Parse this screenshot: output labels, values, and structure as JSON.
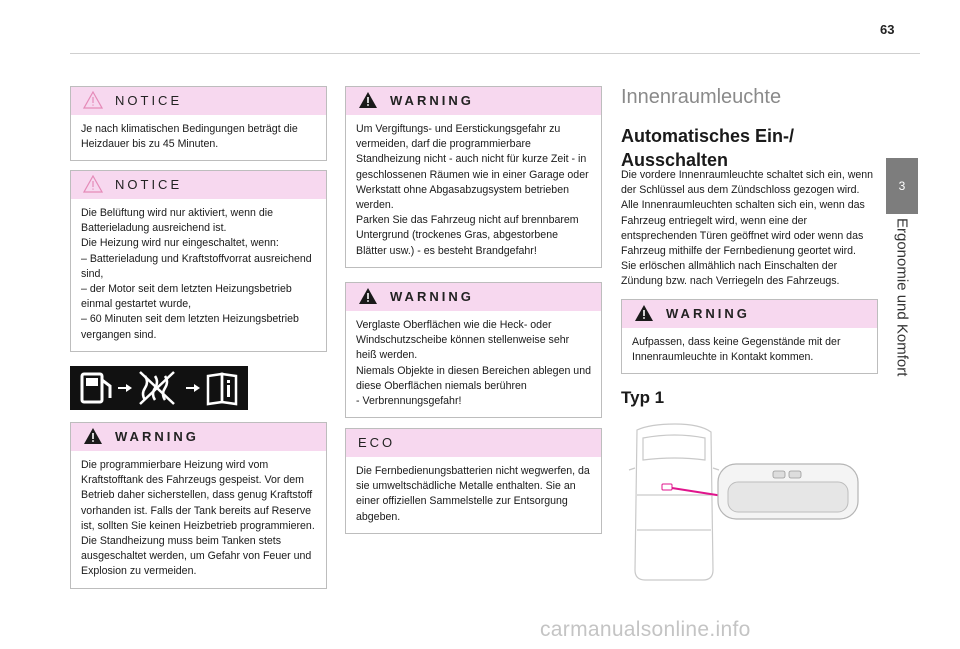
{
  "page": {
    "number": "63"
  },
  "sidebar": {
    "chapter_number": "3",
    "chapter_title": "Ergonomie und Komfort"
  },
  "col1": {
    "notice1": {
      "title": "NOTICE",
      "text": "Je nach klimatischen Bedingungen beträgt die Heizdauer bis zu 45 Minuten."
    },
    "notice2": {
      "title": "NOTICE",
      "text": "Die Belüftung wird nur aktiviert, wenn die Batterieladung ausreichend ist.\nDie Heizung wird nur eingeschaltet, wenn:\n–  Batterieladung und Kraftstoffvorrat ausreichend sind,\n–  der Motor seit dem letzten Heizungsbetrieb einmal gestartet wurde,\n–  60 Minuten seit dem letzten Heizungsbetrieb vergangen sind."
    },
    "warning1": {
      "title": "WARNING",
      "text": "Die programmierbare Heizung wird vom Kraftstofftank des Fahrzeugs gespeist. Vor dem Betrieb daher sicherstellen, dass genug Kraftstoff vorhanden ist. Falls der Tank bereits auf Reserve ist, sollten Sie keinen Heizbetrieb programmieren.\nDie Standheizung muss beim Tanken stets ausgeschaltet werden, um Gefahr von Feuer und Explosion zu vermeiden."
    }
  },
  "col2": {
    "warning2": {
      "title": "WARNING",
      "text": "Um Vergiftungs- und Eerstickungsgefahr zu vermeiden, darf die programmierbare Standheizung nicht - auch nicht für kurze Zeit - in geschlossenen Räumen wie in einer Garage oder Werkstatt ohne Abgasabzugsystem betrieben werden.\nParken Sie das Fahrzeug nicht auf brennbarem Untergrund (trockenes Gras, abgestorbene Blätter usw.) - es besteht Brandgefahr!"
    },
    "warning3": {
      "title": "WARNING",
      "text": "Verglaste Oberflächen wie die Heck- oder Windschutzscheibe können stellenweise sehr heiß werden.\nNiemals Objekte in diesen Bereichen ablegen und diese Oberflächen niemals berühren\n- Verbrennungsgefahr!"
    },
    "eco": {
      "title": "ECO",
      "text": "Die Fernbedienungsbatterien nicht wegwerfen, da sie umweltschädliche Metalle enthalten. Sie an einer offiziellen Sammelstelle zur Entsorgung abgeben."
    }
  },
  "col3": {
    "section_title": "Innenraumleuchte",
    "subsection_title": "Automatisches Ein-/\nAusschalten",
    "paragraph": "Die vordere Innenraumleuchte schaltet sich ein, wenn der Schlüssel aus dem Zündschloss gezogen wird.\nAlle Innenraumleuchten schalten sich ein, wenn das Fahrzeug entriegelt wird, wenn eine der entsprechenden Türen geöffnet wird oder wenn das Fahrzeug mithilfe der Fernbedienung geortet wird.\nSie erlöschen allmählich nach Einschalten der Zündung bzw. nach Verriegeln des Fahrzeugs.",
    "warning4": {
      "title": "WARNING",
      "text": "Aufpassen, dass keine Gegenstände mit der Innenraumleuchte in Kontakt kommen."
    },
    "type_heading": "Typ 1"
  },
  "watermark": "carmanualsonline.info",
  "colors": {
    "box_header": "#f7d8ef",
    "accent_line": "#e0148c",
    "tab": "#7d7d7d"
  },
  "icons": [
    "warning-triangle-icon",
    "notice-triangle-icon",
    "fuel-pump-icon",
    "arrow-right-icon",
    "no-heating-icon",
    "manual-book-icon"
  ]
}
